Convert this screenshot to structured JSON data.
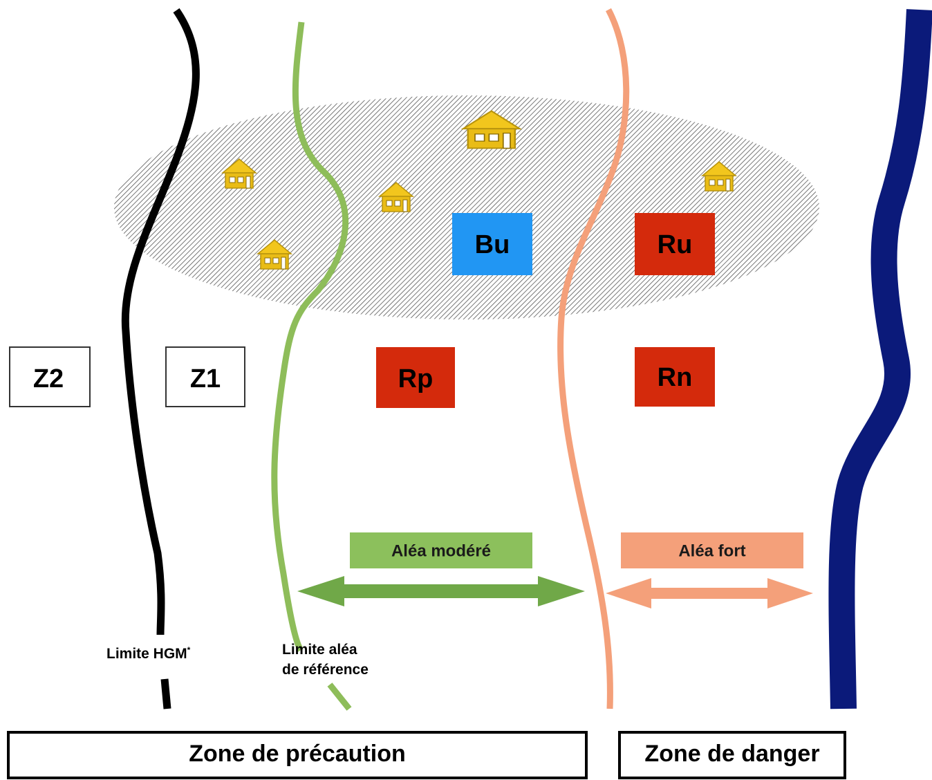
{
  "zones": {
    "z2": "Z2",
    "z1": "Z1",
    "bu": "Bu",
    "ru": "Ru",
    "rp": "Rp",
    "rn": "Rn"
  },
  "hazard": {
    "moderate_label": "Aléa modéré",
    "strong_label": "Aléa fort"
  },
  "limits": {
    "hgm": "Limite HGM",
    "hgm_mark": "*",
    "reference_line1": "Limite aléa",
    "reference_line2": "de référence"
  },
  "bottom": {
    "precaution": "Zone de précaution",
    "danger": "Zone de danger"
  },
  "colors": {
    "hgm_limit": "#000000",
    "reference_limit": "#8ebd5a",
    "strong_limit": "#f4a07a",
    "river": "#0b1a7a",
    "bu_box": "#2196f3",
    "red_box": "#d42a0c",
    "moderate_arrow": "#70a848",
    "moderate_label_bg": "#8cc05c",
    "strong_arrow": "#f4a07a",
    "house": "#f2c61d"
  },
  "icons": {
    "house": "house-icon"
  }
}
